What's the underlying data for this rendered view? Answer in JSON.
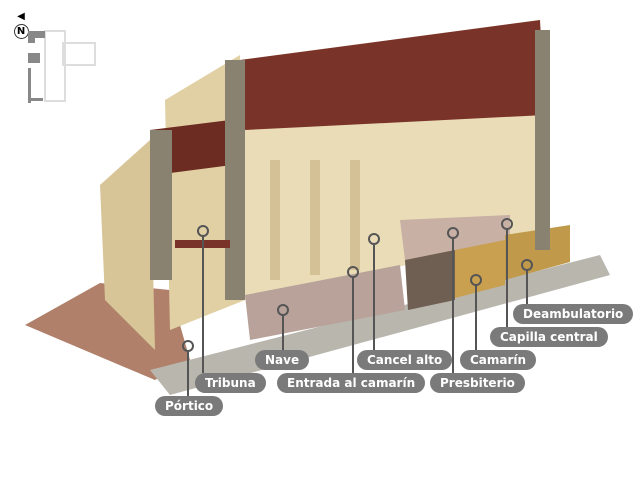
{
  "compass": {
    "label": "N",
    "icon": "north-compass-icon"
  },
  "minimap": {
    "icon": "floor-plan-minimap-icon"
  },
  "labels": [
    {
      "id": "portico",
      "text": "Pórtico"
    },
    {
      "id": "tribuna",
      "text": "Tribuna"
    },
    {
      "id": "nave",
      "text": "Nave"
    },
    {
      "id": "entrada",
      "text": "Entrada al camarín"
    },
    {
      "id": "cancel",
      "text": "Cancel alto"
    },
    {
      "id": "presbiterio",
      "text": "Presbiterio"
    },
    {
      "id": "camarin",
      "text": "Camarín"
    },
    {
      "id": "capilla",
      "text": "Capilla central"
    },
    {
      "id": "deambulatorio",
      "text": "Deambulatorio"
    }
  ],
  "colors": {
    "label_bg": "#7a7a7a",
    "wall": "#d9c9a0",
    "roof": "#7a3328",
    "floor": "#b8a29a"
  }
}
